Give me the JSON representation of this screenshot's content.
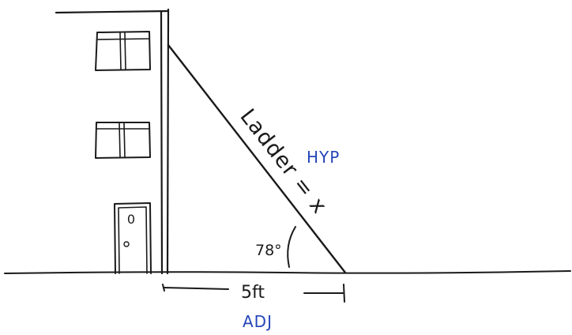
{
  "labels": {
    "hypotenuse": "Ladder = x",
    "hyp_tag": "HYP",
    "angle": "78°",
    "base": "5ft",
    "adj_tag": "ADJ",
    "door_number": "0"
  },
  "colors": {
    "ink": "#1a1a1a",
    "annotation": "#2446b8"
  }
}
